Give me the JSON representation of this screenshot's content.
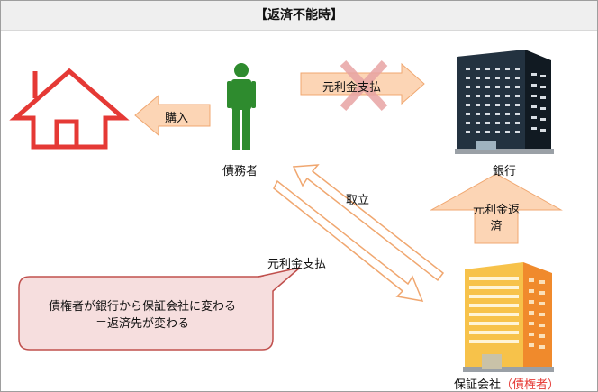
{
  "title": "【返済不能時】",
  "nodes": {
    "house": {
      "icon": "house-icon"
    },
    "debtor": {
      "label": "債務者",
      "icon": "person-icon"
    },
    "bank": {
      "label": "銀行",
      "icon": "bank-building-icon"
    },
    "guarantor": {
      "label": "保証会社",
      "paren_open": "（",
      "paren_label": "債権者",
      "paren_close": "）",
      "icon": "guarantor-building-icon"
    }
  },
  "arrows": {
    "purchase": "購入",
    "repay_to_bank": "元利金支払",
    "collect": "取立",
    "repay_to_guarantor": "元利金支払",
    "guarantor_to_bank_line1": "元利金返",
    "guarantor_to_bank_line2": "済"
  },
  "callout": {
    "line1": "債権者が銀行から保証会社に変わる",
    "line2": "＝返済先が変わる"
  },
  "colors": {
    "arrow_fill": "#fcd5b5",
    "arrow_stroke": "#f0a770",
    "house": "#e53935",
    "person": "#2e8b2e",
    "bank": "#243340",
    "guarantor": "#f39a32",
    "callout_fill": "#f6dede",
    "callout_stroke": "#c0504d"
  }
}
